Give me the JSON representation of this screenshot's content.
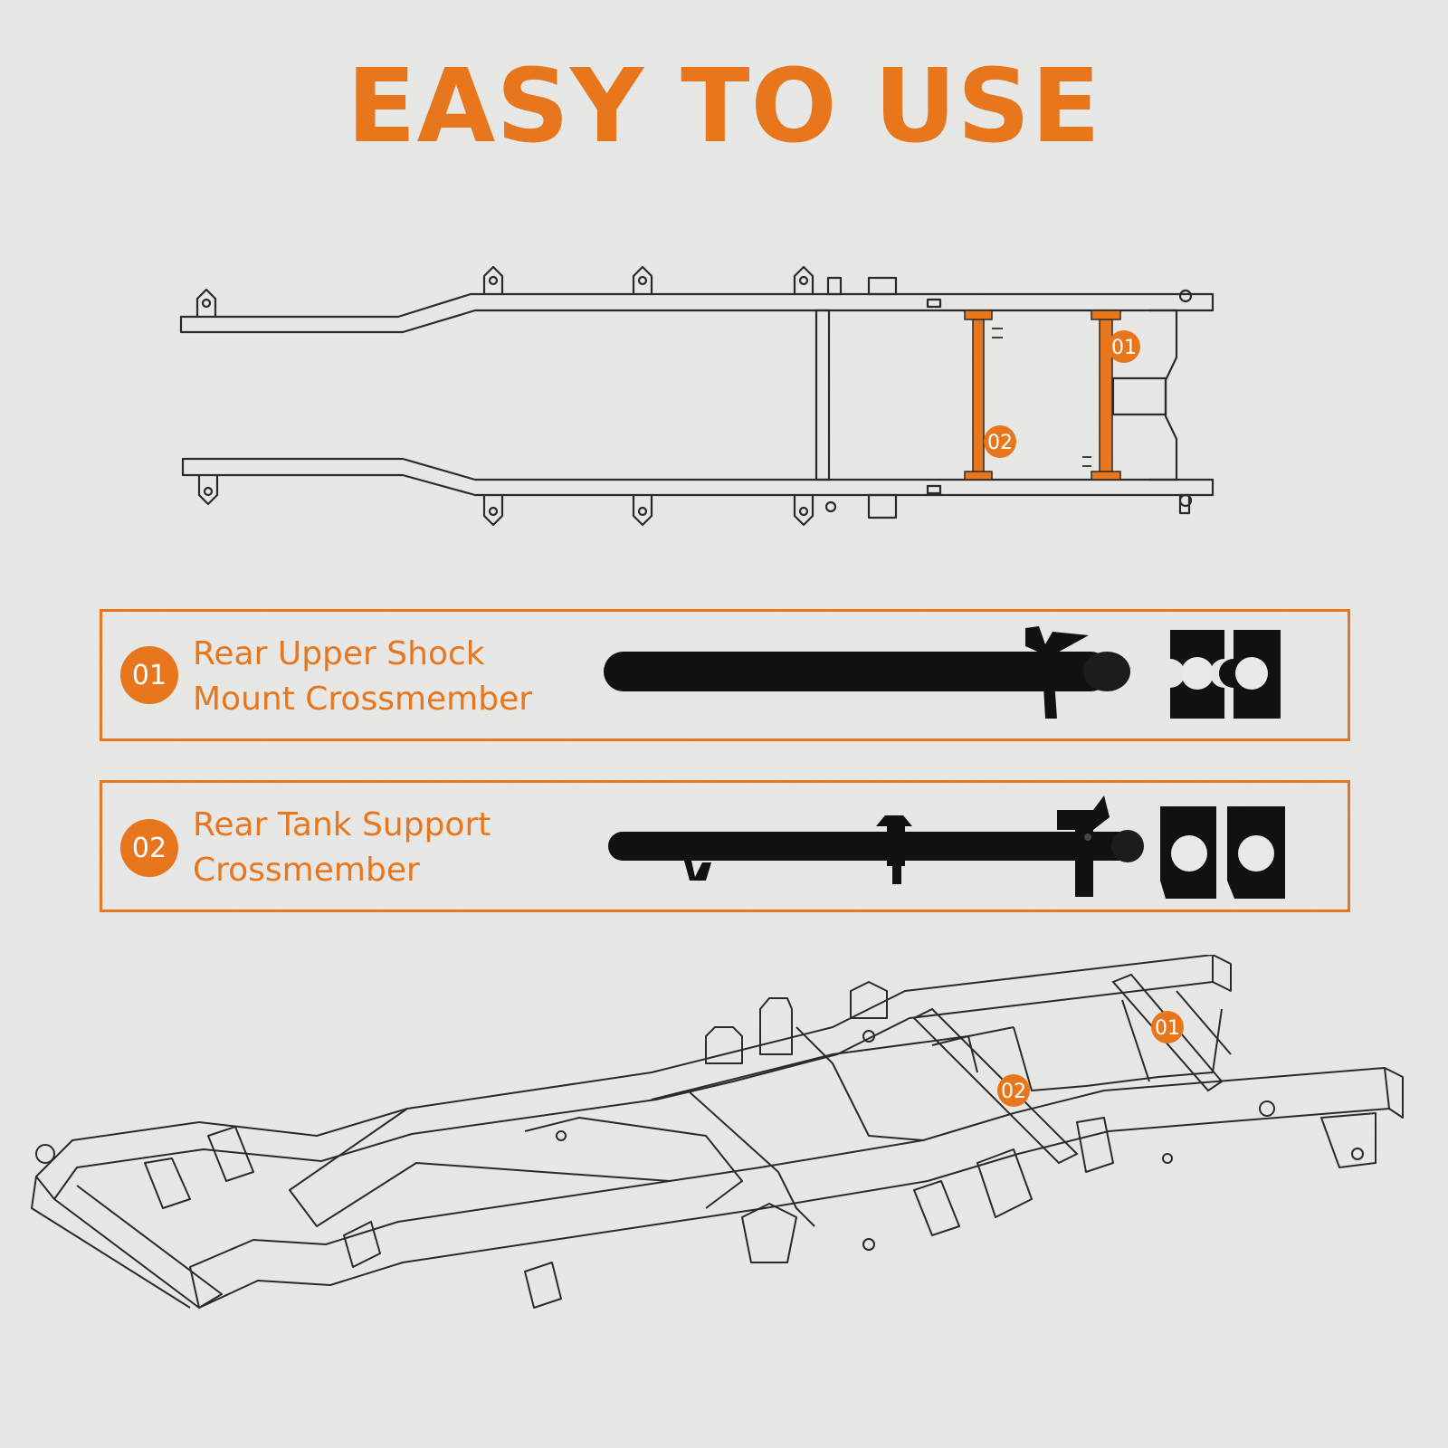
{
  "title": "EASY TO USE",
  "colors": {
    "accent": "#e8761c",
    "outline": "#2a2a2a",
    "background": "#e9e9e7",
    "part": "#111111"
  },
  "callouts": [
    "01",
    "02"
  ],
  "parts": [
    {
      "number": "01",
      "line1": "Rear Upper Shock",
      "line2": "Mount Crossmember"
    },
    {
      "number": "02",
      "line1": "Rear Tank Support",
      "line2": "Crossmember"
    }
  ]
}
